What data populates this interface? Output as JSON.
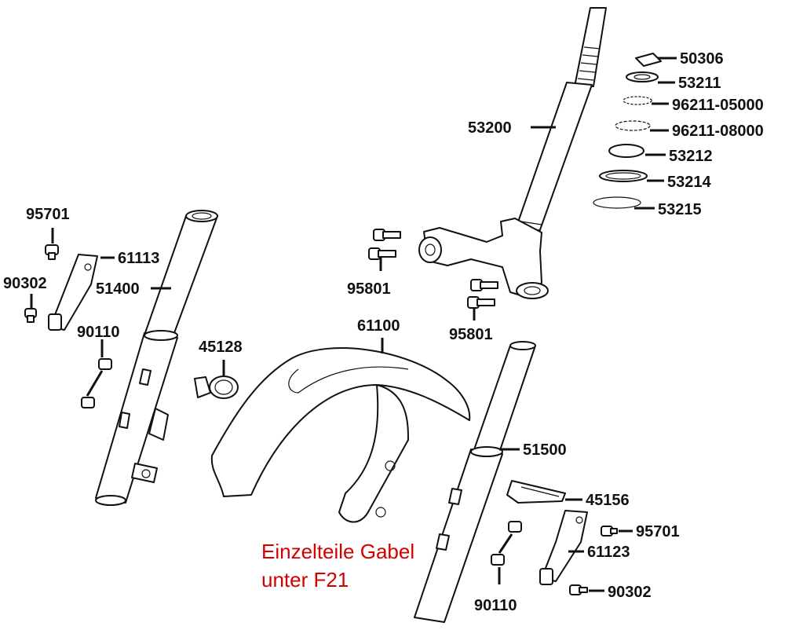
{
  "labels": {
    "p95701a": "95701",
    "p90302a": "90302",
    "p61113": "61113",
    "p51400": "51400",
    "p90110a": "90110",
    "p45128": "45128",
    "p61100": "61100",
    "p95801a": "95801",
    "p95801b": "95801",
    "p53200": "53200",
    "p50306": "50306",
    "p53211": "53211",
    "p96211_05": "96211-05000",
    "p96211_08": "96211-08000",
    "p53212": "53212",
    "p53214": "53214",
    "p53215": "53215",
    "p51500": "51500",
    "p45156": "45156",
    "p95701b": "95701",
    "p61123": "61123",
    "p90302b": "90302",
    "p90110b": "90110"
  },
  "note": {
    "line1": "Einzelteile Gabel",
    "line2": "unter F21"
  },
  "colors": {
    "note": "#d40000",
    "line": "#111111"
  }
}
